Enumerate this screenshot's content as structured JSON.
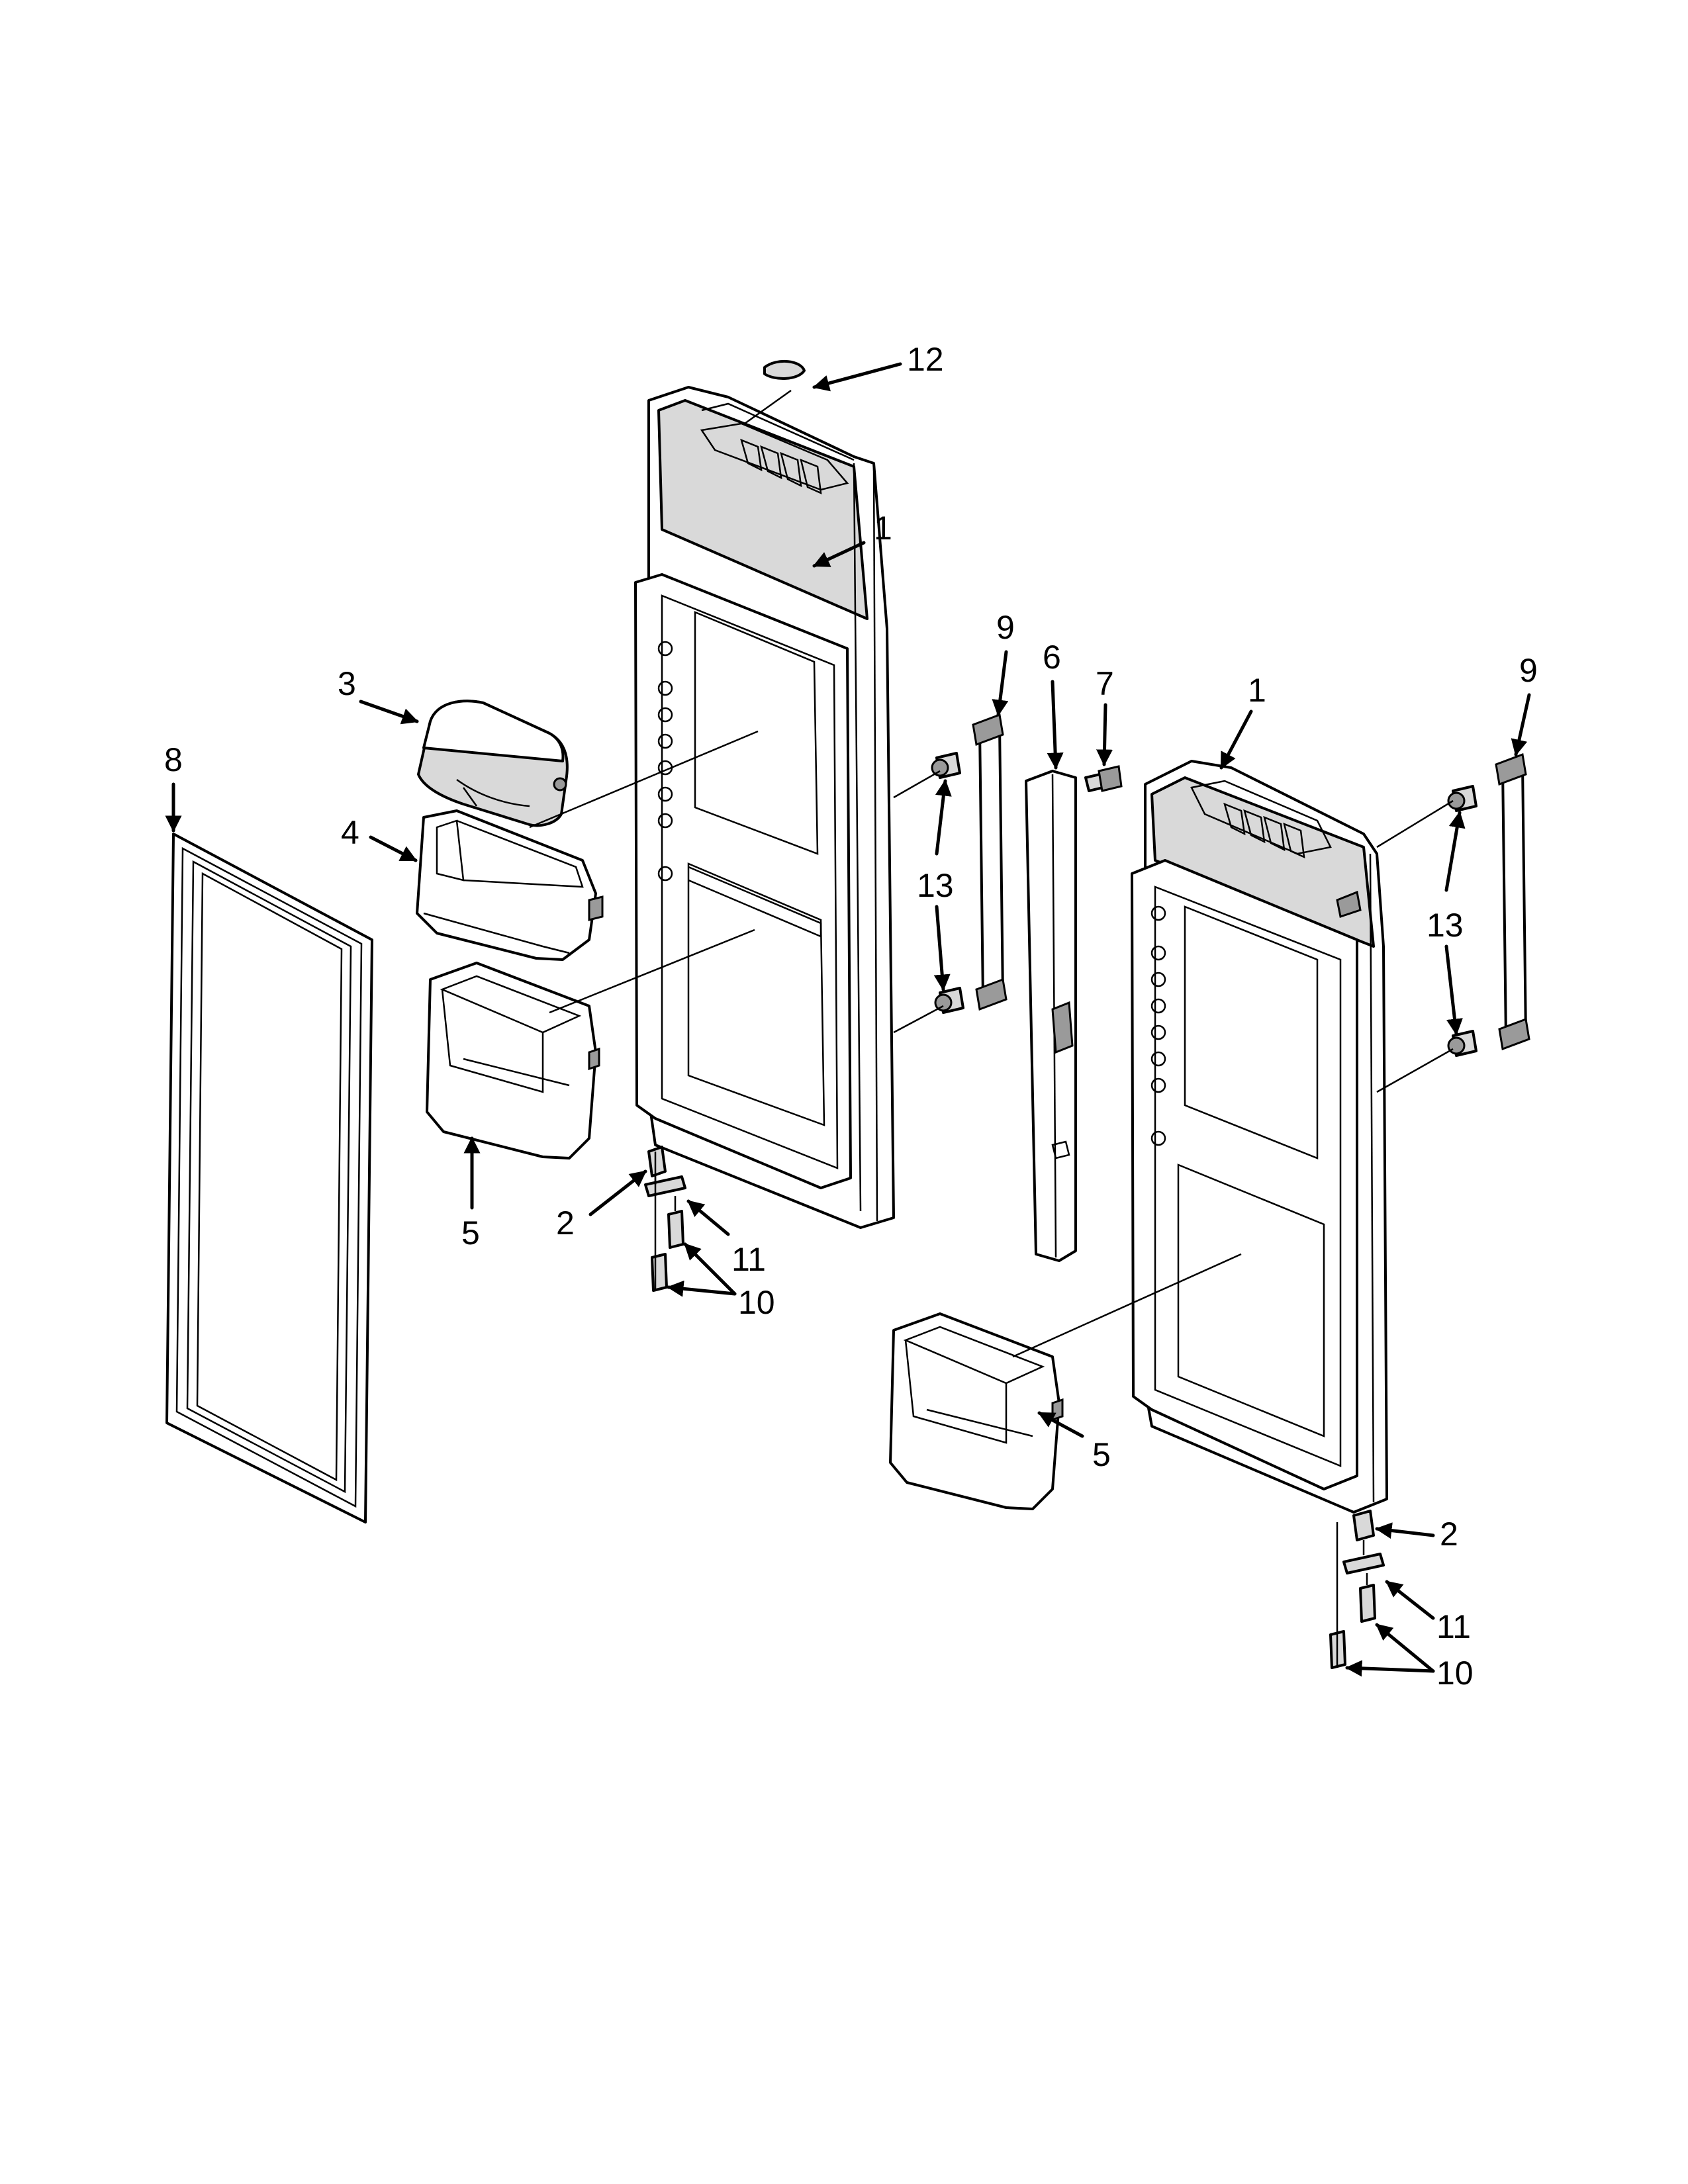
{
  "diagram": {
    "callouts": {
      "c12": "12",
      "c1_left": "1",
      "c1_right": "1",
      "c9_left": "9",
      "c9_right": "9",
      "c6": "6",
      "c7": "7",
      "c3": "3",
      "c8": "8",
      "c4": "4",
      "c13_left": "13",
      "c13_right": "13",
      "c5_left": "5",
      "c5_right": "5",
      "c2_left": "2",
      "c2_right": "2",
      "c11_left": "11",
      "c11_right": "11",
      "c10_left": "10",
      "c10_right": "10"
    },
    "colors": {
      "line": "#000000",
      "background": "#ffffff",
      "shade": "#d9d9d9"
    }
  }
}
